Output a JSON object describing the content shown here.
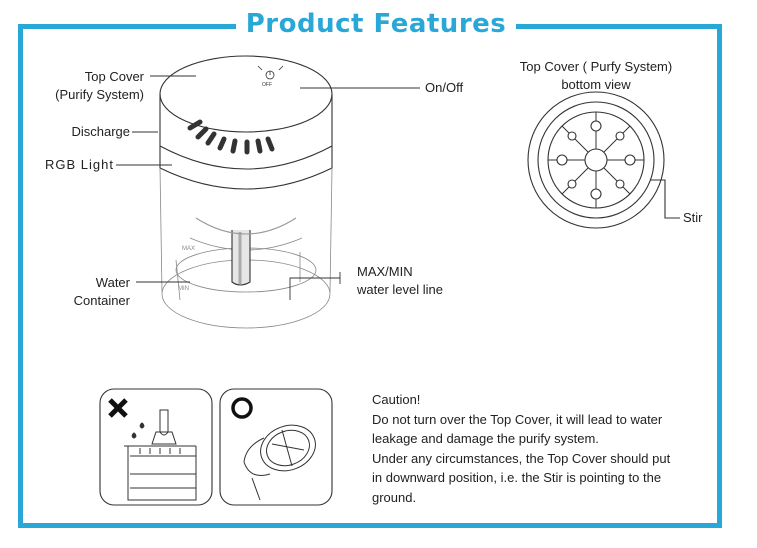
{
  "title": "Product Features",
  "labels": {
    "top_cover_line1": "Top Cover",
    "top_cover_line2": "(Purify System)",
    "discharge": "Discharge",
    "rgb_light": "RGB Light",
    "water_container_line1": "Water",
    "water_container_line2": "Container",
    "on_off": "On/Off",
    "max_min_line1": "MAX/MIN",
    "max_min_line2": "water level line",
    "bottom_view_line1": "Top Cover ( Purfy System)",
    "bottom_view_line2": "bottom view",
    "stir": "Stir"
  },
  "caution": {
    "heading": "Caution!",
    "line1": "Do not turn over the Top Cover, it will lead to water",
    "line2": "leakage and damage the purify system.",
    "line3": "Under any circumstances, the Top Cover should put",
    "line4": "in downward position, i.e. the Stir is pointing to the",
    "line5": "ground."
  },
  "colors": {
    "accent": "#29a8d8",
    "line": "#333333"
  },
  "icons": {
    "wrong": "cross-mark-icon",
    "right": "circle-mark-icon"
  }
}
